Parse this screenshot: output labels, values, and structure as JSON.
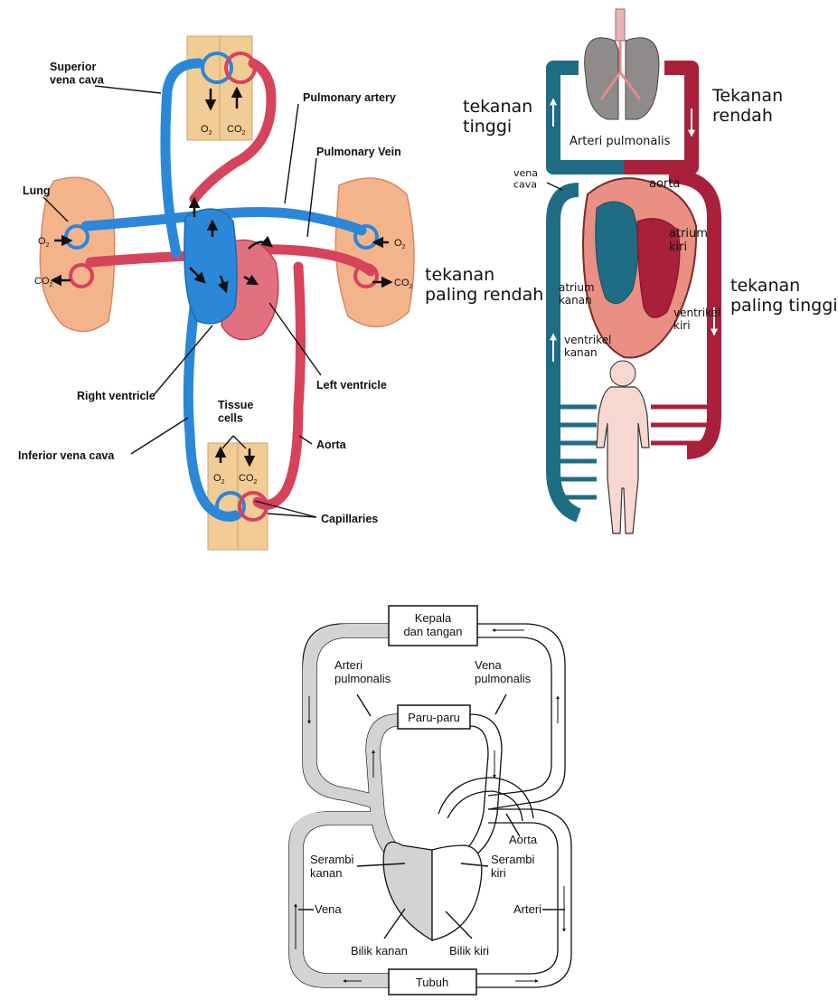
{
  "diagram1": {
    "superior_vena_cava": "Superior\nvena cava",
    "pulmonary_artery": "Pulmonary artery",
    "pulmonary_vein": "Pulmonary Vein",
    "lung": "Lung",
    "o2": "O",
    "co2": "CO",
    "sub2": "2",
    "right_ventricle": "Right ventricle",
    "left_ventricle": "Left ventricle",
    "tissue_cells": "Tissue\ncells",
    "inferior_vena_cava": "Inferior vena cava",
    "aorta": "Aorta",
    "capillaries": "Capillaries",
    "colors": {
      "blue": "#2b87d8",
      "red": "#d6435a",
      "tissue": "#f2cc95"
    }
  },
  "diagram2": {
    "tekanan_tinggi": "tekanan\ntinggi",
    "tekanan_rendah": "Tekanan\nrendah",
    "arteri_pulmonalis": "Arteri pulmonalis",
    "vena_cava": "vena\ncava",
    "aorta": "aorta",
    "atrium_kiri": "atrium\nkiri",
    "tekanan_paling_rendah": "tekanan\npaling rendah",
    "atrium_kanan": "atrium\nkanan",
    "ventrikel_kiri": "ventrikel\nkiri",
    "ventrikel_kanan": "ventrikel\nkanan",
    "tekanan_paling_tinggi": "tekanan\npaling tinggi",
    "colors": {
      "blue": "#1f6d85",
      "red": "#a8203a",
      "heart": "#e98f83"
    }
  },
  "diagram3": {
    "kepala_dan_tangan": "Kepala\ndan tangan",
    "arteri_pulmonalis": "Arteri\npulmonalis",
    "vena_pulmonalis": "Vena\npulmonalis",
    "paru_paru": "Paru-paru",
    "aorta": "Aorta",
    "serambi_kanan": "Serambi\nkanan",
    "serambi_kiri": "Serambi\nkiri",
    "vena": "Vena",
    "arteri": "Arteri",
    "bilik_kanan": "Bilik kanan",
    "bilik_kiri": "Bilik kiri",
    "tubuh": "Tubuh",
    "colors": {
      "shade": "#d3d3d3"
    }
  }
}
